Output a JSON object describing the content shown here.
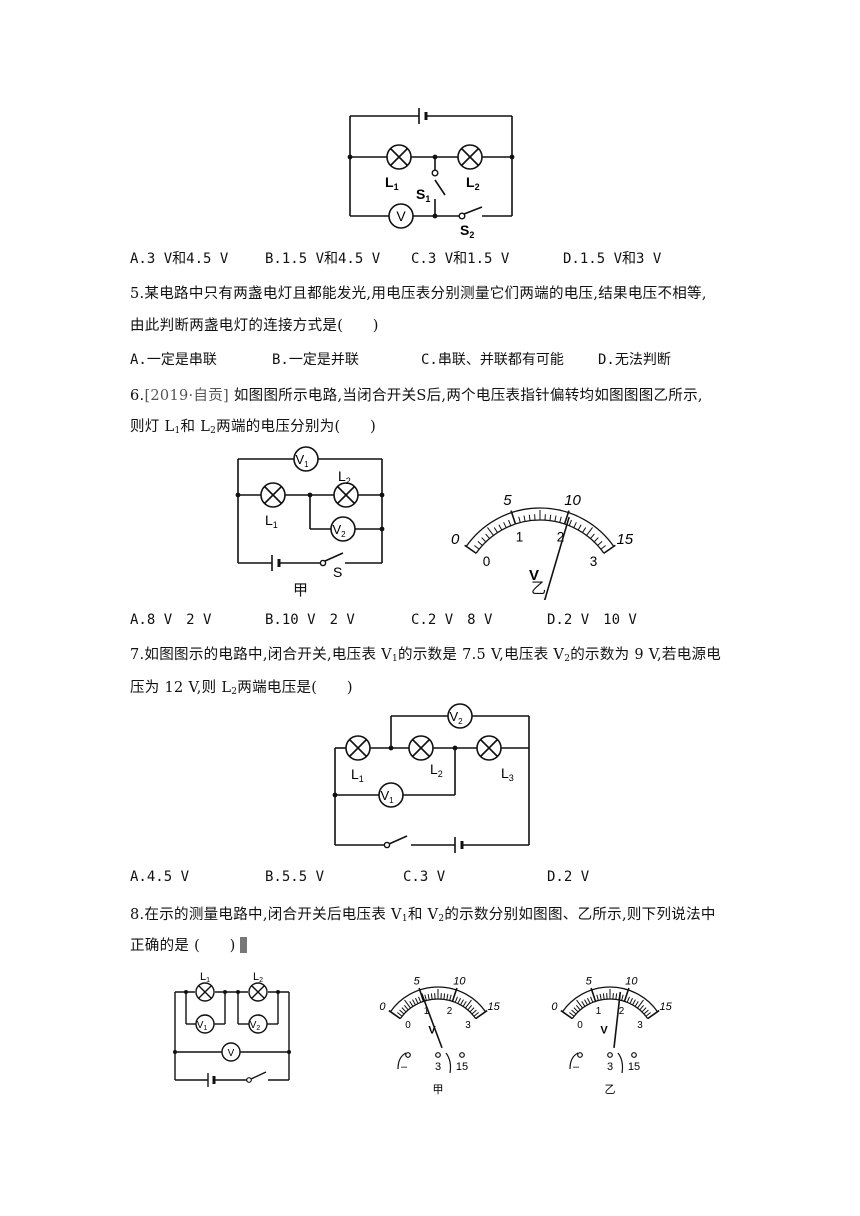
{
  "q4": {
    "labels": {
      "l1": "L",
      "l1_sub": "1",
      "l2": "L",
      "l2_sub": "2",
      "s1": "S",
      "s1_sub": "1",
      "s2": "S",
      "s2_sub": "2",
      "v": "V"
    },
    "options": [
      "A.3 V和4.5 V",
      "B.1.5 V和4.5 V",
      "C.3 V和1.5 V",
      "D.1.5 V和3 V"
    ]
  },
  "q5": {
    "line1": "5.某电路中只有两盏电灯且都能发光,用电压表分别测量它们两端的电压,结果电压不相等,",
    "line2": "由此判断两盏电灯的连接方式是(　　)",
    "options": [
      "A.一定是串联",
      "B.一定是并联",
      "C.串联、并联都有可能",
      "D.无法判断"
    ]
  },
  "q6": {
    "line1_prefix": "6.",
    "source_tag": "[2019·自贡]",
    "line1_rest": " 如图图所示电路,当闭合开关S后,两个电压表指针偏转均如图图图乙所示,",
    "line2_a": "则灯 L",
    "line2_sub1": "1",
    "line2_b": "和 L",
    "line2_sub2": "2",
    "line2_c": "两端的电压分别为(　　)",
    "labels": {
      "v1": "V",
      "v1_sub": "1",
      "v2": "V",
      "v2_sub": "2",
      "l1": "L",
      "l1_sub": "1",
      "l2": "L",
      "l2_sub": "2",
      "s": "S",
      "fig_a": "甲",
      "fig_b": "乙"
    },
    "meter": {
      "outer_ticks": [
        "0",
        "5",
        "10",
        "15"
      ],
      "inner_ticks": [
        "0",
        "1",
        "2",
        "3"
      ],
      "unit": "V",
      "reading_fraction": 0.68
    },
    "options": [
      "A.8 V　2 V",
      "B.10 V　2 V",
      "C.2 V　8 V",
      "D.2 V　10 V"
    ]
  },
  "q7": {
    "line1_a": "7.如图图示的电路中,闭合开关,电压表 V",
    "line1_sub1": "1",
    "line1_b": "的示数是 7.5 V,电压表 V",
    "line1_sub2": "2",
    "line1_c": "的示数为 9 V,若电源电",
    "line2_a": "压为 12 V,则 L",
    "line2_sub": "2",
    "line2_b": "两端电压是(　　)",
    "labels": {
      "v1": "V",
      "v1_sub": "1",
      "v2": "V",
      "v2_sub": "2",
      "l1": "L",
      "l1_sub": "1",
      "l2": "L",
      "l2_sub": "2",
      "l3": "L",
      "l3_sub": "3"
    },
    "options": [
      "A.4.5 V",
      "B.5.5 V",
      "C.3 V",
      "D.2 V"
    ]
  },
  "q8": {
    "line1_a": "8.在示的测量电路中,闭合开关后电压表 V",
    "line1_sub1": "1",
    "line1_b": "和 V",
    "line1_sub2": "2",
    "line1_c": "的示数分别如图图、乙所示,则下列说法中",
    "line2": "正确的是 (　　)",
    "labels": {
      "l1": "L",
      "l1_sub": "1",
      "l2": "L",
      "l2_sub": "2",
      "v1": "V",
      "v1_sub": "1",
      "v2": "V",
      "v2_sub": "2",
      "v": "V"
    },
    "meter_a": {
      "outer_ticks": [
        "0",
        "5",
        "10",
        "15"
      ],
      "inner_ticks": [
        "0",
        "1",
        "2",
        "3"
      ],
      "unit": "V",
      "terminals": [
        "–",
        "3",
        "15"
      ],
      "caption": "甲",
      "reading_fraction": 0.34
    },
    "meter_b": {
      "outer_ticks": [
        "0",
        "5",
        "10",
        "15"
      ],
      "inner_ticks": [
        "0",
        "1",
        "2",
        "3"
      ],
      "unit": "V",
      "terminals": [
        "–",
        "3",
        "15"
      ],
      "caption": "乙",
      "reading_fraction": 0.6
    }
  }
}
